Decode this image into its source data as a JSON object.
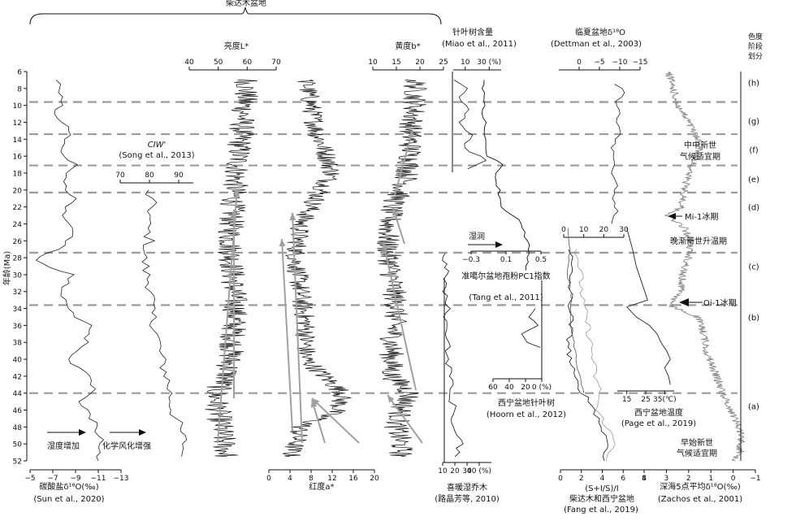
{
  "title": "柴达木盆地",
  "age_axis": {
    "label": "年龄(Ma)",
    "range": [
      6,
      52
    ],
    "ticks": [
      6,
      8,
      10,
      12,
      14,
      16,
      18,
      20,
      22,
      24,
      26,
      28,
      30,
      32,
      34,
      36,
      38,
      40,
      42,
      44,
      46,
      48,
      50,
      52
    ]
  },
  "stage_boundaries_ma": [
    9.6,
    13.4,
    17.1,
    20.3,
    27.4,
    33.6,
    44.0
  ],
  "stage_panel": {
    "header": [
      "色度",
      "阶段",
      "划分"
    ],
    "stages": [
      {
        "label": "(h)",
        "age": 7.3
      },
      {
        "label": "(g)",
        "age": 11.8
      },
      {
        "label": "(f)",
        "age": 15.2
      },
      {
        "label": "(e)",
        "age": 18.7
      },
      {
        "label": "(d)",
        "age": 22.0
      },
      {
        "label": "(c)",
        "age": 29.0
      },
      {
        "label": "(b)",
        "age": 35.0
      },
      {
        "label": "(a)",
        "age": 45.5
      }
    ]
  },
  "annotations": {
    "humidity": "湿度增加",
    "weathering": "化学风化增强",
    "wetting": "湿润",
    "mmco_line1": "中中新世",
    "mmco_line2": "气候适宜期",
    "mi1": "Mi-1冰期",
    "loge": "晚渐新世升温期",
    "oi1": "Oi-1冰期",
    "eeco_line1": "早始新世",
    "eeco_line2": "气候适宜期"
  },
  "chart_data": [
    {
      "type": "line",
      "id": "carbonate_d18O",
      "xlabel": "碳酸盐δ¹⁸O(‰)",
      "source": "(Sun et al., 2020)",
      "xrange": [
        -5,
        -13
      ],
      "ticks": [
        -5,
        -7,
        -9,
        -11,
        -13
      ],
      "tick_labels": [
        "−5",
        "−7",
        "−9",
        "−11",
        "−13"
      ],
      "points": [
        [
          7.0,
          -7.4
        ],
        [
          9.0,
          -8.0
        ],
        [
          11.0,
          -7.3
        ],
        [
          13.0,
          -8.6
        ],
        [
          15.0,
          -7.6
        ],
        [
          17.0,
          -8.9
        ],
        [
          19.0,
          -7.8
        ],
        [
          21.0,
          -9.0
        ],
        [
          23.0,
          -7.6
        ],
        [
          25.0,
          -9.1
        ],
        [
          27.0,
          -7.5
        ],
        [
          28.3,
          -5.4
        ],
        [
          30.0,
          -8.6
        ],
        [
          32.0,
          -7.7
        ],
        [
          34.0,
          -8.3
        ],
        [
          36.0,
          -10.1
        ],
        [
          38.0,
          -9.8
        ],
        [
          40.0,
          -8.2
        ],
        [
          42.0,
          -10.5
        ],
        [
          44.0,
          -10.4
        ],
        [
          45.0,
          -9.3
        ],
        [
          46.5,
          -10.3
        ],
        [
          48.0,
          -10.9
        ],
        [
          50.0,
          -11.2
        ],
        [
          52.0,
          -11.0
        ]
      ]
    },
    {
      "type": "line",
      "id": "ciw",
      "xlabel": "CIW'",
      "source": "(Song et al., 2013)",
      "xrange": [
        70,
        95
      ],
      "ticks": [
        70,
        80,
        90
      ],
      "tick_labels": [
        "70",
        "80",
        "90"
      ],
      "points": [
        [
          20.0,
          79
        ],
        [
          22.0,
          81
        ],
        [
          24.0,
          79
        ],
        [
          26.0,
          80
        ],
        [
          28.0,
          78
        ],
        [
          30.0,
          79
        ],
        [
          32.0,
          81
        ],
        [
          34.0,
          80
        ],
        [
          36.0,
          82
        ],
        [
          38.0,
          83
        ],
        [
          40.0,
          84
        ],
        [
          42.0,
          86
        ],
        [
          44.0,
          87
        ],
        [
          46.0,
          88
        ],
        [
          48.0,
          90
        ],
        [
          50.0,
          92
        ],
        [
          51.5,
          91
        ]
      ]
    },
    {
      "type": "line",
      "id": "lightness",
      "xlabel": "亮度L*",
      "xrange": [
        40,
        70
      ],
      "ticks": [
        40,
        50,
        60,
        70
      ],
      "tick_labels": [
        "40",
        "50",
        "60",
        "70"
      ],
      "points": [
        [
          7.0,
          60
        ],
        [
          10.0,
          59
        ],
        [
          13.0,
          58
        ],
        [
          16.0,
          57
        ],
        [
          19.0,
          56
        ],
        [
          22.0,
          55
        ],
        [
          26.0,
          54
        ],
        [
          30.0,
          55
        ],
        [
          34.0,
          56
        ],
        [
          38.0,
          55
        ],
        [
          42.0,
          53
        ],
        [
          44.0,
          49
        ],
        [
          46.0,
          50
        ],
        [
          48.0,
          51
        ],
        [
          50.0,
          52
        ],
        [
          51.5,
          53
        ]
      ]
    },
    {
      "type": "line",
      "id": "redness",
      "xlabel": "红度a*",
      "xrange": [
        0,
        20
      ],
      "ticks": [
        0,
        4,
        8,
        12,
        16,
        20
      ],
      "tick_labels": [
        "0",
        "4",
        "8",
        "12",
        "16",
        "20"
      ],
      "points": [
        [
          7.0,
          7
        ],
        [
          10.0,
          8
        ],
        [
          13.0,
          9
        ],
        [
          16.0,
          11
        ],
        [
          18.0,
          12
        ],
        [
          20.0,
          10
        ],
        [
          24.0,
          6
        ],
        [
          28.0,
          5
        ],
        [
          32.0,
          6
        ],
        [
          36.0,
          7
        ],
        [
          40.0,
          7
        ],
        [
          44.0,
          14
        ],
        [
          46.0,
          13
        ],
        [
          48.0,
          6
        ],
        [
          50.0,
          5
        ],
        [
          51.5,
          4
        ]
      ]
    },
    {
      "type": "line",
      "id": "yellowness",
      "xlabel": "黄度b*",
      "xrange": [
        10,
        25
      ],
      "ticks": [
        10,
        15,
        20,
        25
      ],
      "tick_labels": [
        "10",
        "15",
        "20",
        "25"
      ],
      "points": [
        [
          7.0,
          19
        ],
        [
          10.0,
          19
        ],
        [
          13.0,
          18
        ],
        [
          16.0,
          18
        ],
        [
          19.0,
          17
        ],
        [
          22.0,
          14
        ],
        [
          26.0,
          13
        ],
        [
          30.0,
          14
        ],
        [
          34.0,
          15
        ],
        [
          38.0,
          14
        ],
        [
          42.0,
          14
        ],
        [
          44.0,
          18
        ],
        [
          46.0,
          16
        ],
        [
          48.0,
          15
        ],
        [
          50.0,
          16
        ],
        [
          51.5,
          16
        ]
      ]
    },
    {
      "type": "line",
      "id": "conifer_miao",
      "xlabel": "针叶树含量",
      "source": "(Miao et al., 2011)",
      "xrange": [
        0,
        40
      ],
      "ticks": [
        10,
        30
      ],
      "tick_labels": [
        "10",
        "30 (%)"
      ],
      "points": [
        [
          7.0,
          2
        ],
        [
          8.0,
          10
        ],
        [
          9.0,
          5
        ],
        [
          10.5,
          14
        ],
        [
          12.0,
          6
        ],
        [
          13.5,
          15
        ],
        [
          15.0,
          9
        ],
        [
          16.5,
          28
        ],
        [
          17.5,
          12
        ]
      ]
    },
    {
      "type": "line",
      "id": "pc1",
      "xlabel": "准噶尔盆地孢粉PC1指数",
      "source": "(Tang et al., 2011)",
      "xrange": [
        -0.3,
        0.5
      ],
      "ticks": [
        -0.3,
        0.1,
        0.5
      ],
      "tick_labels": [
        "−0.3",
        "0.1",
        "0.5"
      ],
      "points": [
        [
          7.0,
          -0.17
        ],
        [
          9.0,
          -0.15
        ],
        [
          11.0,
          -0.16
        ],
        [
          13.0,
          -0.13
        ],
        [
          14.5,
          -0.14
        ],
        [
          16.0,
          -0.1
        ],
        [
          17.0,
          0.05
        ],
        [
          18.5,
          -0.02
        ],
        [
          20.0,
          0.02
        ],
        [
          22.0,
          0.05
        ],
        [
          23.5,
          0.24
        ],
        [
          25.0,
          0.3
        ],
        [
          26.5,
          0.36
        ],
        [
          28.0,
          0.34
        ],
        [
          29.5,
          0.33
        ]
      ]
    },
    {
      "type": "line",
      "id": "conifer_xining",
      "xlabel": "西宁盆地针叶树",
      "source": "(Hoorn et al., 2012)",
      "xrange": [
        60,
        0
      ],
      "ticks": [
        60,
        40,
        20,
        0
      ],
      "tick_labels": [
        "60",
        "40",
        "20",
        "0 (%)"
      ],
      "points": [
        [
          34.0,
          7
        ],
        [
          35.0,
          15
        ],
        [
          36.0,
          5
        ],
        [
          37.0,
          25
        ],
        [
          38.0,
          18
        ],
        [
          38.6,
          2
        ]
      ]
    },
    {
      "type": "line",
      "id": "broadleaf",
      "xlabel": "喜暖湿乔木",
      "source": "(路晶芳等, 2010)",
      "xrange": [
        10,
        50
      ],
      "ticks": [
        10,
        20,
        30,
        40
      ],
      "tick_labels": [
        "10",
        "20",
        "30",
        "40 (%)"
      ],
      "points": [
        [
          27.5,
          11
        ],
        [
          30.0,
          13
        ],
        [
          32.0,
          11
        ],
        [
          34.0,
          14
        ],
        [
          36.0,
          12
        ],
        [
          38.0,
          16
        ],
        [
          40.0,
          13
        ],
        [
          42.0,
          18
        ],
        [
          44.0,
          15
        ],
        [
          46.0,
          20
        ],
        [
          48.0,
          18
        ],
        [
          50.0,
          25
        ],
        [
          51.5,
          20
        ]
      ]
    },
    {
      "type": "line",
      "id": "linxia_d18O",
      "xlabel": "临夏盆地δ¹⁸O",
      "source": "(Dettman et al., 2003)",
      "xrange": [
        5,
        -15
      ],
      "ticks": [
        0,
        -5,
        -10,
        -15
      ],
      "tick_labels": [
        "0",
        "−5",
        "−10",
        "−15"
      ],
      "points": [
        [
          7.5,
          -9
        ],
        [
          8.5,
          -11
        ],
        [
          9.5,
          -9
        ],
        [
          10.5,
          -10
        ],
        [
          12.0,
          -9
        ],
        [
          13.5,
          -10
        ],
        [
          15.0,
          -8
        ],
        [
          16.5,
          -9
        ],
        [
          18.0,
          -8
        ],
        [
          19.5,
          -9
        ],
        [
          21.0,
          -8
        ],
        [
          22.5,
          -9
        ],
        [
          24.0,
          -8
        ]
      ]
    },
    {
      "type": "line",
      "id": "clay_ratio",
      "xlabel": "(S+I/S)/I",
      "xlabel2": "柴达木和西宁盆地",
      "source": "(Fang et al., 2019)",
      "xrange": [
        0,
        8
      ],
      "ticks": [
        0,
        2,
        4,
        6,
        8
      ],
      "tick_labels": [
        "0",
        "2",
        "4",
        "6",
        "8"
      ],
      "series": [
        {
          "points": [
            [
              27.0,
              1.6
            ],
            [
              30.0,
              1.9
            ],
            [
              33.0,
              2.1
            ],
            [
              36.0,
              2.6
            ],
            [
              39.0,
              3.0
            ],
            [
              42.0,
              3.3
            ],
            [
              44.0,
              3.8
            ],
            [
              46.0,
              3.4
            ],
            [
              48.0,
              4.5
            ],
            [
              50.0,
              5.2
            ],
            [
              52.0,
              4.4
            ]
          ]
        },
        {
          "points": [
            [
              27.0,
              1.0
            ],
            [
              31.0,
              0.9
            ],
            [
              35.0,
              1.0
            ],
            [
              39.0,
              0.8
            ],
            [
              42.0,
              1.2
            ],
            [
              44.0,
              2.2
            ],
            [
              46.0,
              3.3
            ],
            [
              48.0,
              3.9
            ],
            [
              50.0,
              4.6
            ],
            [
              52.0,
              4.2
            ]
          ]
        }
      ]
    },
    {
      "type": "line",
      "id": "ppt_upper",
      "xrange": [
        0,
        30
      ],
      "ticks": [
        0,
        10,
        20,
        30
      ],
      "tick_labels": [
        "0",
        "10",
        "20",
        "30"
      ],
      "points": [
        [
          24.5,
          2
        ],
        [
          27.0,
          3
        ],
        [
          30.0,
          2
        ],
        [
          33.0,
          4
        ],
        [
          35.0,
          3
        ],
        [
          38.0,
          5
        ],
        [
          41.0,
          7
        ],
        [
          43.0,
          9
        ],
        [
          44.0,
          10
        ]
      ]
    },
    {
      "type": "line",
      "id": "xining_temp",
      "xlabel": "西宁盆地温度",
      "source": "(Page et al., 2019)",
      "xrange": [
        10,
        40
      ],
      "ticks": [
        15,
        25,
        35
      ],
      "tick_labels": [
        "15",
        "25",
        "35(℃)"
      ],
      "points": [
        [
          24.5,
          15
        ],
        [
          27.0,
          18
        ],
        [
          29.0,
          20
        ],
        [
          31.0,
          23
        ],
        [
          33.0,
          26
        ],
        [
          33.8,
          15
        ],
        [
          35.0,
          20
        ],
        [
          36.0,
          27
        ],
        [
          37.0,
          31
        ],
        [
          38.0,
          33
        ],
        [
          39.0,
          36
        ],
        [
          40.0,
          38
        ],
        [
          41.0,
          35
        ],
        [
          42.0,
          37
        ],
        [
          43.0,
          38
        ]
      ]
    },
    {
      "type": "line",
      "id": "benthic_d18O",
      "xlabel": "深海5点平均δ¹⁸O(‰)",
      "source": "(Zachos et al., 2001)",
      "xrange": [
        4,
        -1
      ],
      "ticks": [
        4,
        3,
        2,
        1,
        0,
        -1
      ],
      "tick_labels": [
        "4",
        "3",
        "2",
        "1",
        "0",
        "−1"
      ],
      "points": [
        [
          6.0,
          2.9
        ],
        [
          8.0,
          2.7
        ],
        [
          10.0,
          2.5
        ],
        [
          12.0,
          2.0
        ],
        [
          14.0,
          1.6
        ],
        [
          15.0,
          1.5
        ],
        [
          16.5,
          1.7
        ],
        [
          18.0,
          2.0
        ],
        [
          20.0,
          2.2
        ],
        [
          22.0,
          2.3
        ],
        [
          23.0,
          2.9
        ],
        [
          24.5,
          2.2
        ],
        [
          26.0,
          1.9
        ],
        [
          28.0,
          2.0
        ],
        [
          30.0,
          2.3
        ],
        [
          32.0,
          2.3
        ],
        [
          33.6,
          2.9
        ],
        [
          35.0,
          1.6
        ],
        [
          37.0,
          1.3
        ],
        [
          39.0,
          1.2
        ],
        [
          41.0,
          0.9
        ],
        [
          43.0,
          0.6
        ],
        [
          45.0,
          0.3
        ],
        [
          47.0,
          -0.1
        ],
        [
          49.0,
          -0.4
        ],
        [
          51.0,
          -0.3
        ],
        [
          52.0,
          -0.1
        ]
      ]
    }
  ]
}
